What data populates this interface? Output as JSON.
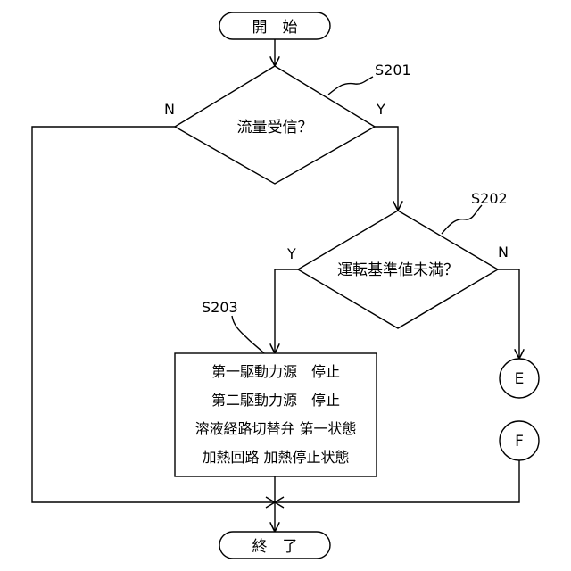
{
  "start_terminal": "開　始",
  "end_terminal": "終　了",
  "decision_1": {
    "step": "S201",
    "question": "流量受信？",
    "no_label": "N",
    "yes_label": "Y"
  },
  "decision_2": {
    "step": "S202",
    "question": "運転基準値未満？",
    "yes_label": "Y",
    "no_label": "N"
  },
  "process": {
    "step": "S203",
    "lines": [
      "第一駆動力源　停止",
      "第二駆動力源　停止",
      "溶液経路切替弁 第一状態",
      "加熱回路 加熱停止状態"
    ]
  },
  "connector_e": "E",
  "connector_f": "F"
}
